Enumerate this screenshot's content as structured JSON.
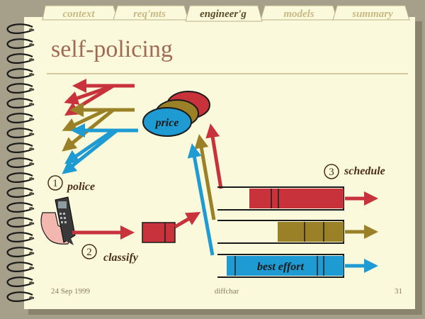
{
  "tabs": [
    {
      "label": "context",
      "active": false
    },
    {
      "label": "req'mts",
      "active": false
    },
    {
      "label": "engineer'g",
      "active": true
    },
    {
      "label": "models",
      "active": false
    },
    {
      "label": "summary",
      "active": false
    }
  ],
  "slide": {
    "title": "self-policing",
    "steps": [
      {
        "number": "1",
        "label": "police"
      },
      {
        "number": "2",
        "label": "classify"
      },
      {
        "number": "3",
        "label": "schedule"
      }
    ],
    "price_label": "price",
    "queue_label": "best effort"
  },
  "footer": {
    "date": "24 Sep 1999",
    "center": "diffchar",
    "page": "31"
  },
  "colors": {
    "red": "#c8323a",
    "olive": "#9a8128",
    "blue": "#1e9bd2",
    "page": "#fbf9dc",
    "background": "#a6a08a"
  }
}
